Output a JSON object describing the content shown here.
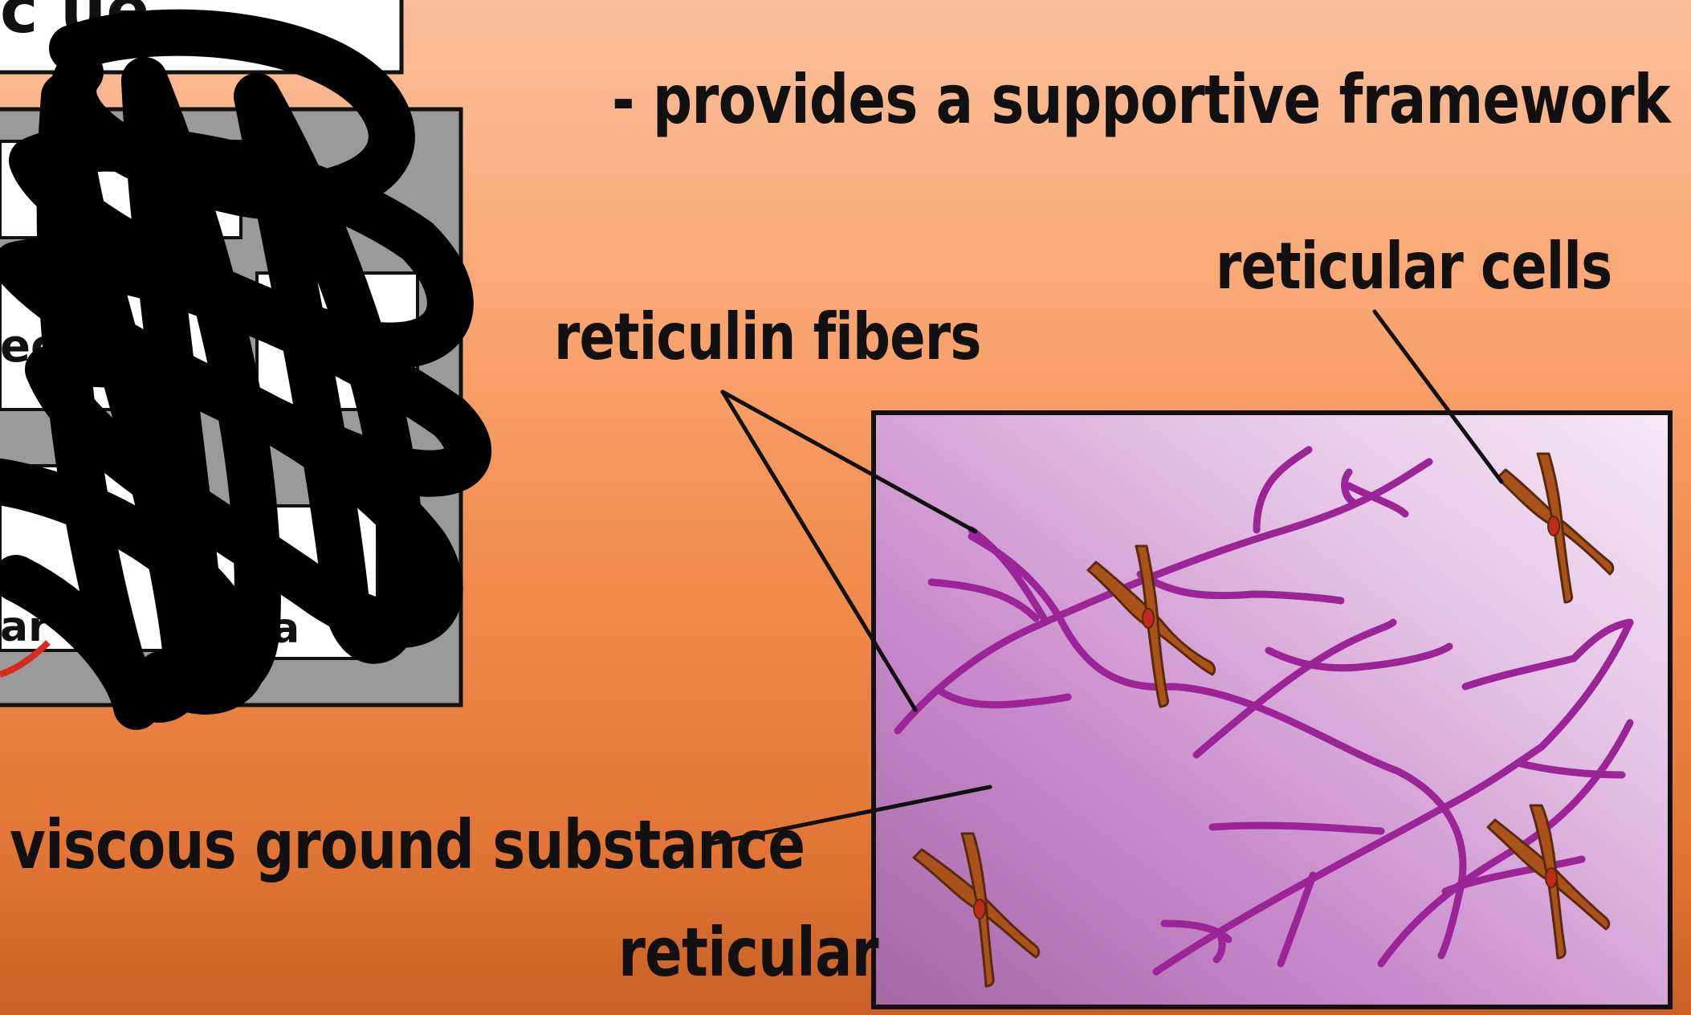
{
  "labels": {
    "support": "- provides a supportive framework",
    "cells": "reticular cells",
    "fibers": "reticulin fibers",
    "ground": "viscous ground substance",
    "tissue": "reticular"
  },
  "left_panel_fragments": {
    "top_box": "c     ue",
    "f1": "ec",
    "f2": "ar",
    "f3": "ela"
  },
  "colors": {
    "background_top": "#fbbf9c",
    "background_bottom": "#c95f25",
    "box_fill_left": "#b96ab8",
    "box_fill_right": "#f3e4f2",
    "fiber": "#9b2497",
    "cell": "#a9521a",
    "cell_nucleus": "#c22a1e",
    "scribble": "#000000",
    "gray_panel": "#9a9a9a"
  }
}
